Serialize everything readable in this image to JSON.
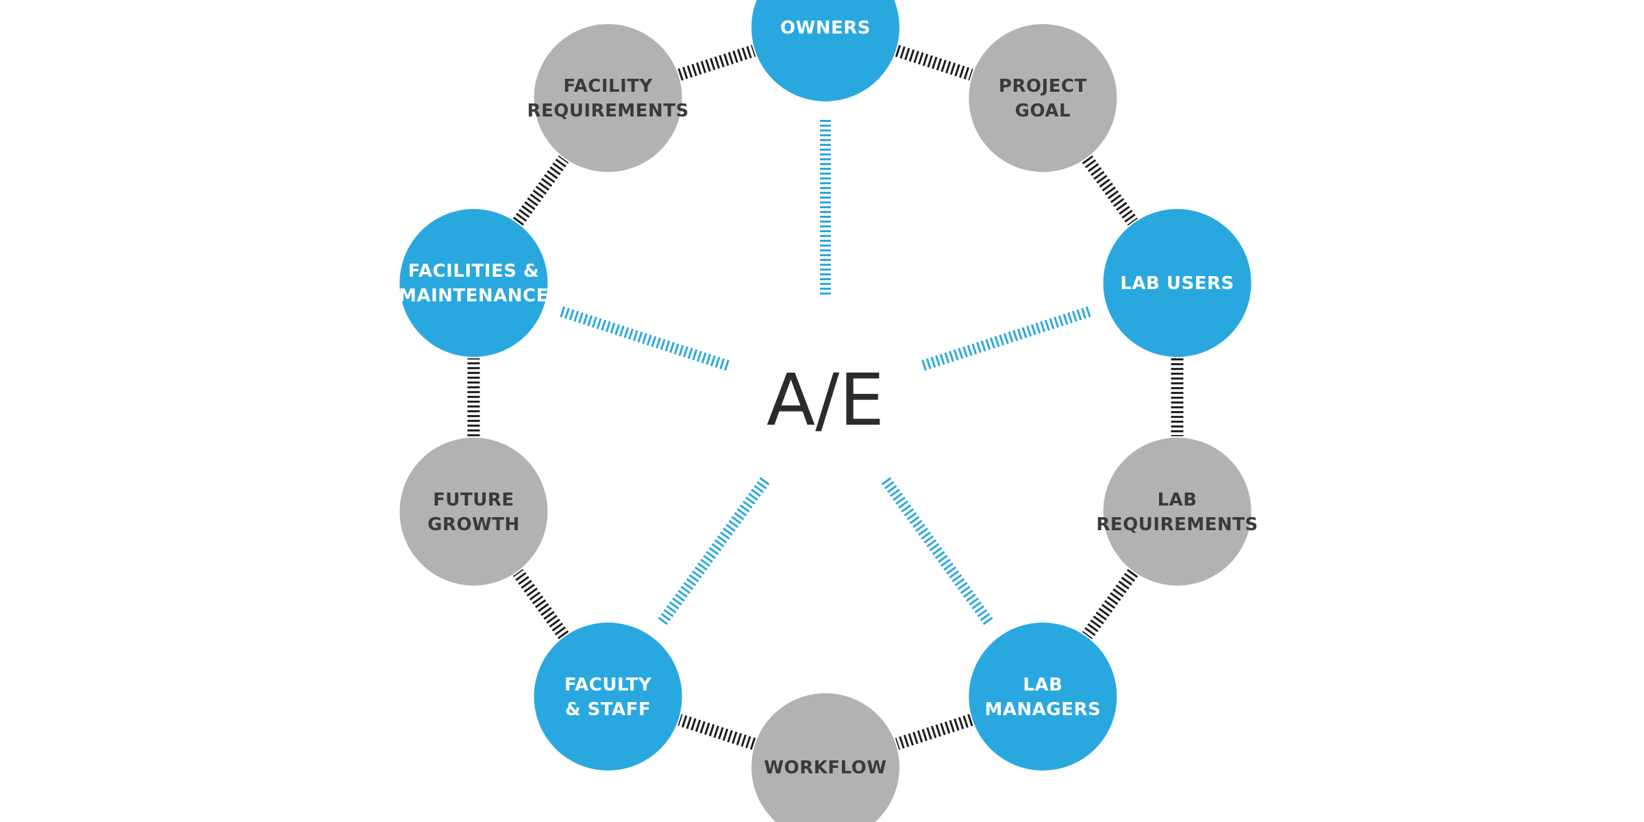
{
  "center": {
    "label": "A/E"
  },
  "colors": {
    "primary": "#29a8e0",
    "secondary": "#b2b2b4",
    "primary_text": "#ffffff",
    "secondary_text": "#3a3a3a",
    "ring_dash": "#1c1c1c",
    "spoke_dash": "#29a8e0"
  },
  "nodes": [
    {
      "id": "owners",
      "kind": "stakeholder",
      "lines": [
        "OWNERS"
      ]
    },
    {
      "id": "project-goal",
      "kind": "requirement",
      "lines": [
        "PROJECT",
        "GOAL"
      ]
    },
    {
      "id": "lab-users",
      "kind": "stakeholder",
      "lines": [
        "LAB USERS"
      ]
    },
    {
      "id": "lab-requirements",
      "kind": "requirement",
      "lines": [
        "LAB",
        "REQUIREMENTS"
      ]
    },
    {
      "id": "lab-managers",
      "kind": "stakeholder",
      "lines": [
        "LAB",
        "MANAGERS"
      ]
    },
    {
      "id": "workflow",
      "kind": "requirement",
      "lines": [
        "WORKFLOW"
      ]
    },
    {
      "id": "faculty-staff",
      "kind": "stakeholder",
      "lines": [
        "FACULTY",
        "& STAFF"
      ]
    },
    {
      "id": "future-growth",
      "kind": "requirement",
      "lines": [
        "FUTURE",
        "GROWTH"
      ]
    },
    {
      "id": "facilities-maintenance",
      "kind": "stakeholder",
      "lines": [
        "FACILITIES &",
        "MAINTENANCE"
      ]
    },
    {
      "id": "facility-requirements",
      "kind": "requirement",
      "lines": [
        "FACILITY",
        "REQUIREMENTS"
      ]
    }
  ]
}
